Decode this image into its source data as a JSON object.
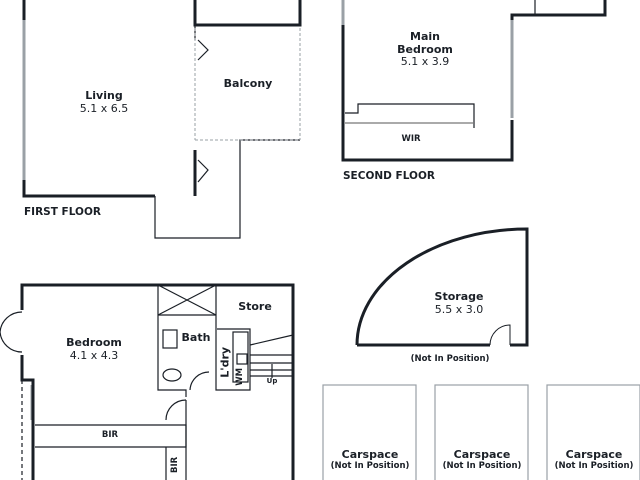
{
  "floors": {
    "first": "FIRST FLOOR",
    "second": "SECOND FLOOR"
  },
  "rooms": {
    "living": {
      "name": "Living",
      "size": "5.1 x 6.5"
    },
    "balcony": {
      "name": "Balcony"
    },
    "main_bedroom": {
      "name_line1": "Main",
      "name_line2": "Bedroom",
      "size": "5.1 x 3.9"
    },
    "wir": {
      "name": "WIR"
    },
    "bedroom": {
      "name": "Bedroom",
      "size": "4.1 x 4.3"
    },
    "bath": {
      "name": "Bath"
    },
    "store": {
      "name": "Store"
    },
    "laundry": {
      "name": "L'dry"
    },
    "wm": {
      "name": "WM"
    },
    "stairs": {
      "label": "Up"
    },
    "bir_1": {
      "name": "BIR"
    },
    "bir_2": {
      "name": "BIR"
    },
    "storage": {
      "name": "Storage",
      "size": "5.5 x 3.0",
      "note": "(Not In Position)"
    },
    "carspaces": [
      {
        "name": "Carspace",
        "note": "(Not In Position)"
      },
      {
        "name": "Carspace",
        "note": "(Not In Position)"
      },
      {
        "name": "Carspace",
        "note": "(Not In Position)"
      }
    ]
  },
  "colors": {
    "wall": "#1a1f26",
    "window": "#9aa0a6"
  }
}
